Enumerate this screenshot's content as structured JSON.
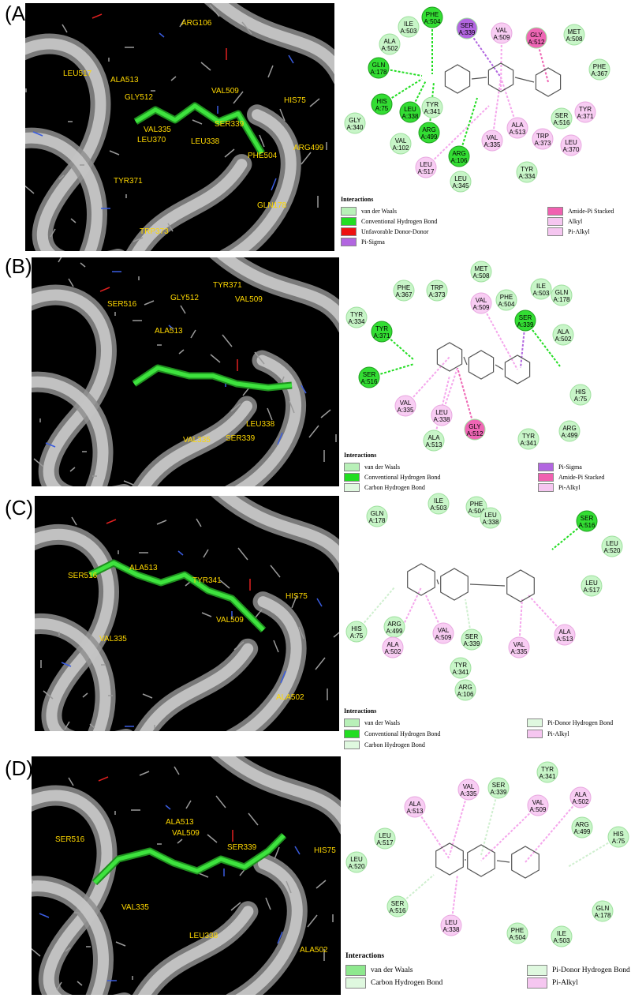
{
  "panels": [
    {
      "letter": "(A)",
      "dock_labels": [
        "ARG106",
        "LEU517",
        "ALA513",
        "GLY512",
        "VAL509",
        "HIS75",
        "VAL335",
        "SER339",
        "LEU370",
        "ARG499",
        "LEU338",
        "TYR371",
        "PHE504",
        "TRP373",
        "GLN178"
      ],
      "nodes": [
        {
          "res": "PHE",
          "num": "A:504"
        },
        {
          "res": "ILE",
          "num": "A:503"
        },
        {
          "res": "ALA",
          "num": "A:502"
        },
        {
          "res": "SER",
          "num": "A:339"
        },
        {
          "res": "VAL",
          "num": "A:509"
        },
        {
          "res": "GLY",
          "num": "A:512"
        },
        {
          "res": "MET",
          "num": "A:508"
        },
        {
          "res": "PHE",
          "num": "A:367"
        },
        {
          "res": "GLN",
          "num": "A:178"
        },
        {
          "res": "HIS",
          "num": "A:75"
        },
        {
          "res": "LEU",
          "num": "A:338"
        },
        {
          "res": "TYR",
          "num": "A:341"
        },
        {
          "res": "ARG",
          "num": "A:499"
        },
        {
          "res": "GLY",
          "num": "A:340"
        },
        {
          "res": "VAL",
          "num": "A:102"
        },
        {
          "res": "ARG",
          "num": "A:106"
        },
        {
          "res": "LEU",
          "num": "A:517"
        },
        {
          "res": "VAL",
          "num": "A:335"
        },
        {
          "res": "ALA",
          "num": "A:513"
        },
        {
          "res": "TRP",
          "num": "A:373"
        },
        {
          "res": "SER",
          "num": "A:516"
        },
        {
          "res": "TYR",
          "num": "A:371"
        },
        {
          "res": "LEU",
          "num": "A:370"
        },
        {
          "res": "LEU",
          "num": "A:345"
        },
        {
          "res": "TYR",
          "num": "A:334"
        }
      ],
      "legend_title": "Interactions",
      "legend": [
        {
          "label": "van der Waals",
          "color": "#b8f0b8"
        },
        {
          "label": "Conventional Hydrogen Bond",
          "color": "#22dd22"
        },
        {
          "label": "Unfavorable Donor-Donor",
          "color": "#ee1111"
        },
        {
          "label": "Pi-Sigma",
          "color": "#b266e0"
        },
        {
          "label": "Amide-Pi Stacked",
          "color": "#f060b0"
        },
        {
          "label": "Alkyl",
          "color": "#f5c6f0"
        },
        {
          "label": "Pi-Alkyl",
          "color": "#f5c6f0"
        }
      ]
    },
    {
      "letter": "(B)",
      "dock_labels": [
        "TYR371",
        "GLY512",
        "VAL509",
        "SER516",
        "ALA513",
        "LEU338",
        "VAL335",
        "SER339"
      ],
      "nodes": [
        {
          "res": "MET",
          "num": "A:508"
        },
        {
          "res": "PHE",
          "num": "A:367"
        },
        {
          "res": "TRP",
          "num": "A:373"
        },
        {
          "res": "PHE",
          "num": "A:504"
        },
        {
          "res": "ILE",
          "num": "A:503"
        },
        {
          "res": "GLN",
          "num": "A:178"
        },
        {
          "res": "TYR",
          "num": "A:334"
        },
        {
          "res": "TYR",
          "num": "A:371"
        },
        {
          "res": "VAL",
          "num": "A:509"
        },
        {
          "res": "SER",
          "num": "A:339"
        },
        {
          "res": "ALA",
          "num": "A:502"
        },
        {
          "res": "SER",
          "num": "A:516"
        },
        {
          "res": "HIS",
          "num": "A:75"
        },
        {
          "res": "VAL",
          "num": "A:335"
        },
        {
          "res": "LEU",
          "num": "A:338"
        },
        {
          "res": "GLY",
          "num": "A:512"
        },
        {
          "res": "ARG",
          "num": "A:499"
        },
        {
          "res": "ALA",
          "num": "A:513"
        },
        {
          "res": "TYR",
          "num": "A:341"
        }
      ],
      "legend_title": "Interactions",
      "legend": [
        {
          "label": "van der Waals",
          "color": "#b8f0b8"
        },
        {
          "label": "Conventional Hydrogen Bond",
          "color": "#22dd22"
        },
        {
          "label": "Carbon Hydrogen Bond",
          "color": "#dff8df"
        },
        {
          "label": "Pi-Sigma",
          "color": "#b266e0"
        },
        {
          "label": "Amide-Pi Stacked",
          "color": "#f060b0"
        },
        {
          "label": "Pi-Alkyl",
          "color": "#f5c6f0"
        }
      ]
    },
    {
      "letter": "(C)",
      "dock_labels": [
        "ALA513",
        "TYR341",
        "SER516",
        "HIS75",
        "VAL509",
        "VAL335",
        "ALA502"
      ],
      "nodes": [
        {
          "res": "ILE",
          "num": "A:503"
        },
        {
          "res": "PHE",
          "num": "A:504"
        },
        {
          "res": "GLN",
          "num": "A:178"
        },
        {
          "res": "LEU",
          "num": "A:338"
        },
        {
          "res": "SER",
          "num": "A:516"
        },
        {
          "res": "LEU",
          "num": "A:520"
        },
        {
          "res": "LEU",
          "num": "A:517"
        },
        {
          "res": "HIS",
          "num": "A:75"
        },
        {
          "res": "ARG",
          "num": "A:499"
        },
        {
          "res": "VAL",
          "num": "A:509"
        },
        {
          "res": "SER",
          "num": "A:339"
        },
        {
          "res": "ALA",
          "num": "A:513"
        },
        {
          "res": "ALA",
          "num": "A:502"
        },
        {
          "res": "VAL",
          "num": "A:335"
        },
        {
          "res": "TYR",
          "num": "A:341"
        },
        {
          "res": "ARG",
          "num": "A:106"
        }
      ],
      "legend_title": "Interactions",
      "legend": [
        {
          "label": "van der Waals",
          "color": "#b8f0b8"
        },
        {
          "label": "Conventional Hydrogen Bond",
          "color": "#22dd22"
        },
        {
          "label": "Carbon Hydrogen Bond",
          "color": "#dff8df"
        },
        {
          "label": "Pi-Donor Hydrogen Bond",
          "color": "#dff8df"
        },
        {
          "label": "Pi-Alkyl",
          "color": "#f5c6f0"
        }
      ]
    },
    {
      "letter": "(D)",
      "dock_labels": [
        "SER516",
        "ALA513",
        "VAL509",
        "SER339",
        "HIS75",
        "VAL335",
        "LEU338",
        "ALA502"
      ],
      "nodes": [
        {
          "res": "TYR",
          "num": "A:341"
        },
        {
          "res": "VAL",
          "num": "A:335"
        },
        {
          "res": "SER",
          "num": "A:339"
        },
        {
          "res": "VAL",
          "num": "A:509"
        },
        {
          "res": "ALA",
          "num": "A:502"
        },
        {
          "res": "ALA",
          "num": "A:513"
        },
        {
          "res": "ARG",
          "num": "A:499"
        },
        {
          "res": "HIS",
          "num": "A:75"
        },
        {
          "res": "LEU",
          "num": "A:517"
        },
        {
          "res": "LEU",
          "num": "A:520"
        },
        {
          "res": "SER",
          "num": "A:516"
        },
        {
          "res": "GLN",
          "num": "A:178"
        },
        {
          "res": "LEU",
          "num": "A:338"
        },
        {
          "res": "PHE",
          "num": "A:504"
        },
        {
          "res": "ILE",
          "num": "A:503"
        }
      ],
      "legend_title": "Interactions",
      "legend": [
        {
          "label": "van der Waals",
          "color": "#8ee88e"
        },
        {
          "label": "Carbon Hydrogen Bond",
          "color": "#dff8df"
        },
        {
          "label": "Pi-Donor Hydrogen Bond",
          "color": "#dff8df"
        },
        {
          "label": "Pi-Alkyl",
          "color": "#f5c6f0"
        }
      ]
    }
  ],
  "node_colors": {
    "vdw": "#c8f5c8",
    "hbond": "#33dd33",
    "pialkyl": "#f8cdf3",
    "pisigma": "#b266e0",
    "amide": "#ee66b4"
  }
}
